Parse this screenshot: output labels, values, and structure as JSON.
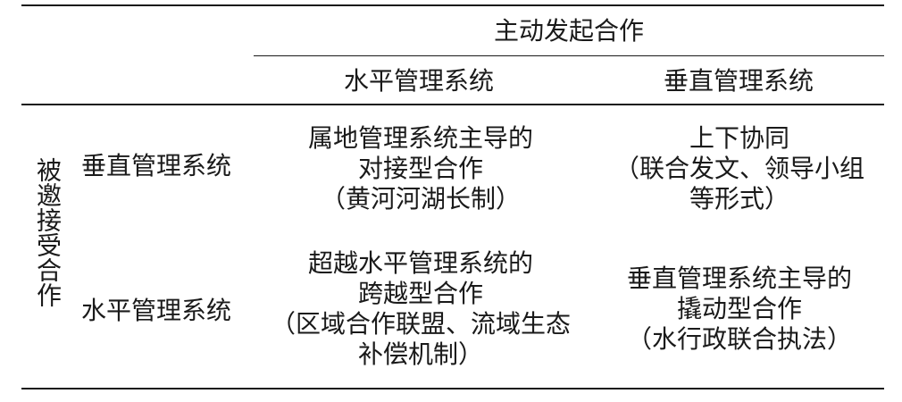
{
  "table": {
    "top_header": "主动发起合作",
    "sub_headers": {
      "horizontal": "水平管理系统",
      "vertical": "垂直管理系统"
    },
    "side_header": "被邀接受合作",
    "rows": [
      {
        "label": "垂直管理系统",
        "horizontal_cell": [
          "属地管理系统主导的",
          "对接型合作",
          "（黄河河湖长制）"
        ],
        "vertical_cell": [
          "上下协同",
          "（联合发文、领导小组",
          "等形式）"
        ]
      },
      {
        "label": "水平管理系统",
        "horizontal_cell": [
          "超越水平管理系统的",
          "跨越型合作",
          "（区域合作联盟、流域生态",
          "补偿机制）"
        ],
        "vertical_cell": [
          "垂直管理系统主导的",
          "撬动型合作",
          "（水行政联合执法）"
        ]
      }
    ]
  }
}
